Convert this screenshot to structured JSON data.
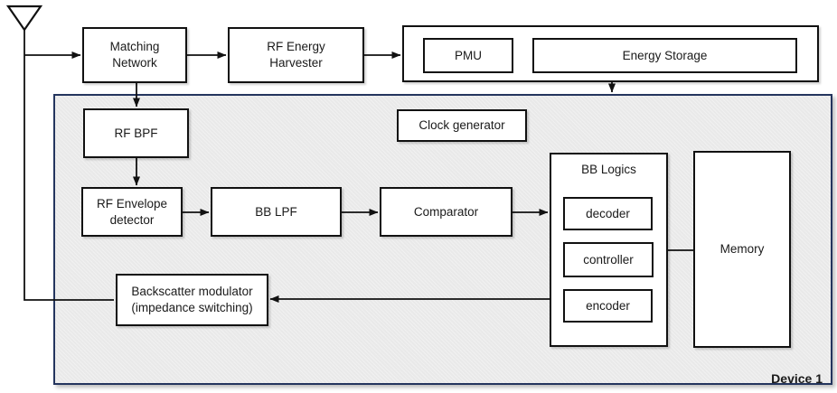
{
  "diagram": {
    "device_label": "Device 1",
    "blocks": {
      "matching_network": "Matching Network",
      "rf_energy_harvester": "RF Energy Harvester",
      "pmu": "PMU",
      "energy_storage": "Energy Storage",
      "clock_generator": "Clock generator",
      "rf_bpf": "RF BPF",
      "rf_envelope_detector": "RF Envelope detector",
      "bb_lpf": "BB LPF",
      "comparator": "Comparator",
      "bb_logics": "BB Logics",
      "decoder": "decoder",
      "controller": "controller",
      "encoder": "encoder",
      "memory": "Memory",
      "backscatter_modulator": "Backscatter modulator (impedance switching)"
    },
    "colors": {
      "device_border": "#24355e",
      "device_fill": "#e9e9e9",
      "block_border": "#111111",
      "block_fill": "#ffffff",
      "wire": "#111111"
    }
  }
}
